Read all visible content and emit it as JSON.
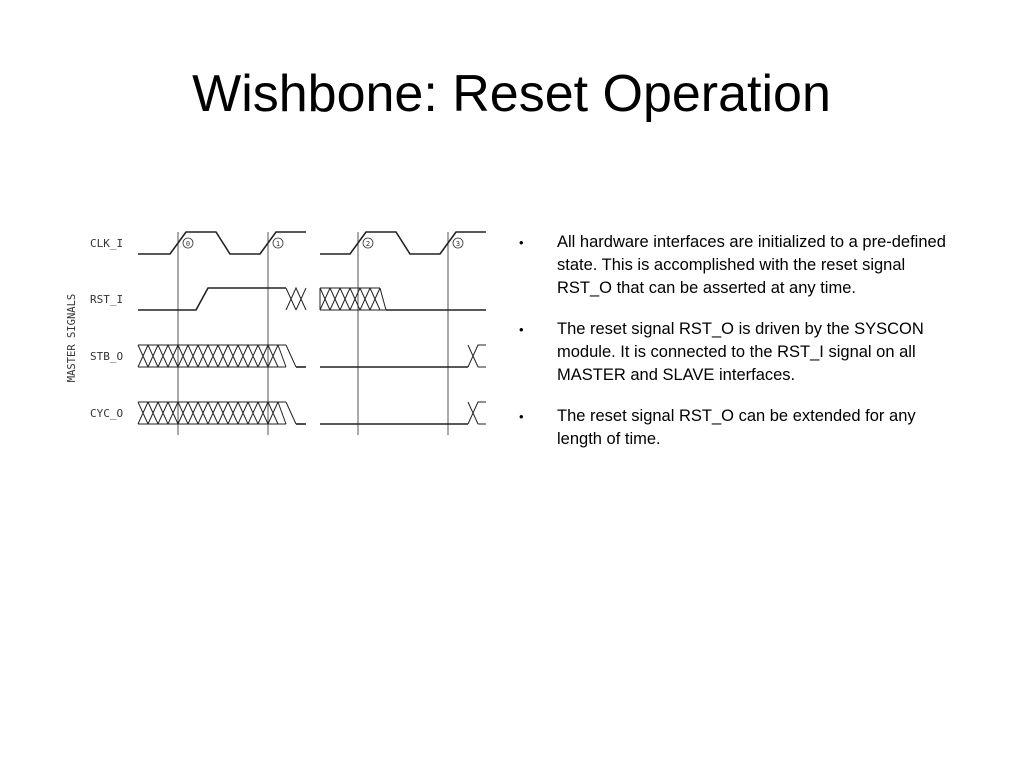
{
  "slide": {
    "title": "Wishbone: Reset Operation"
  },
  "diagram": {
    "group_label": "MASTER SIGNALS",
    "signals": [
      "CLK_I",
      "RST_I",
      "STB_O",
      "CYC_O"
    ],
    "clock_edges": [
      "0",
      "1",
      "2",
      "3"
    ]
  },
  "bullets": {
    "marker": "•",
    "items": [
      "All hardware interfaces are initialized to a pre-defined state. This is accomplished with the reset signal RST_O that can be asserted at any time.",
      "The reset signal RST_O is driven by the SYSCON module. It is connected to the RST_I signal on all MASTER and SLAVE interfaces.",
      "The reset signal RST_O can be extended for any length of time."
    ]
  }
}
